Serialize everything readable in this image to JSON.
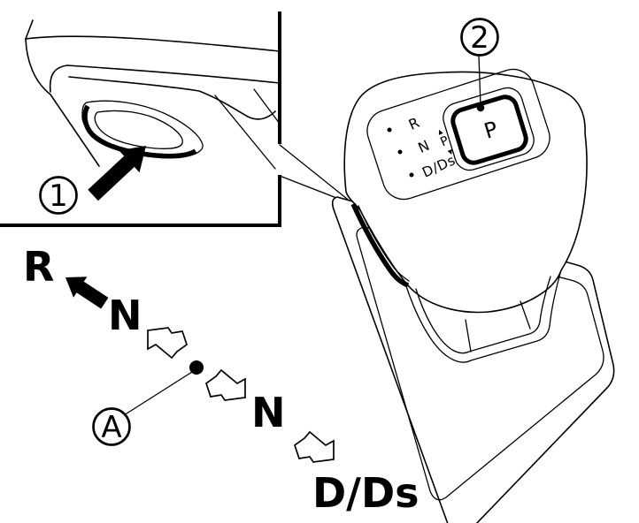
{
  "callouts": {
    "inset_number": "1",
    "park_button_number": "2",
    "shift_lever_letter": "A"
  },
  "knob_face": {
    "reverse": "R",
    "neutral": "N",
    "park_small": "P",
    "park_up_indicator": "▲",
    "park_down_indicator": "▼",
    "drive": "D/Ds"
  },
  "park_button": {
    "label": "P"
  },
  "shift_pattern": {
    "reverse": "R",
    "neutral_first": "N",
    "neutral_second": "N",
    "drive": "D/Ds"
  }
}
